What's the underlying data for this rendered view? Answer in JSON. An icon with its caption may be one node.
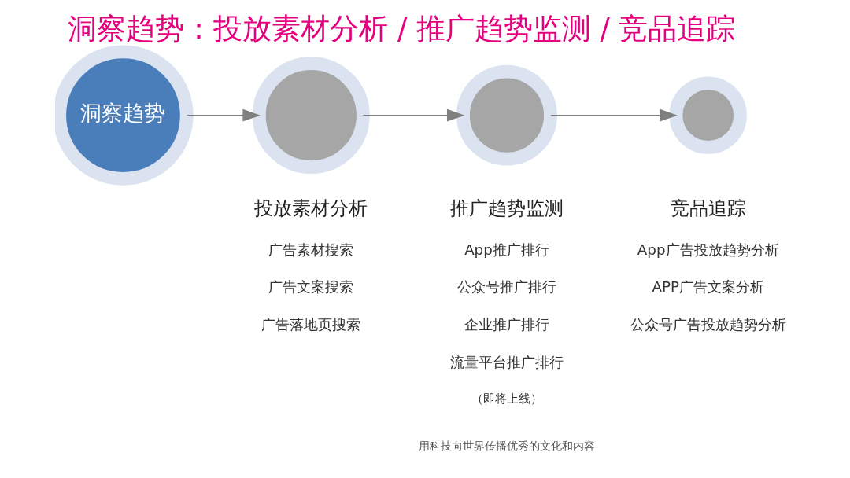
{
  "diagram": {
    "title": "洞察趋势：投放素材分析 / 推广趋势监测 / 竞品追踪",
    "nodes": [
      {
        "text": [
          "洞察趋势"
        ]
      },
      {
        "text": [],
        "shape": "circle"
      },
      {
        "text": [],
        "shape": "circle"
      },
      {
        "text": [],
        "shape": "circle"
      }
    ],
    "edges": [
      {
        "from": 0,
        "to": 1,
        "arrow": "to"
      },
      {
        "from": 1,
        "to": 2,
        "arrow": "to"
      },
      {
        "from": 2,
        "to": 3,
        "arrow": "to"
      }
    ],
    "labels": [
      "投放素材分析",
      "广告素材搜索",
      "广告文案搜索",
      "广告落地页搜索",
      "推广趋势监测",
      "App推广排行",
      "公众号推广排行",
      "企业推广排行",
      "流量平台推广排行",
      "（即将上线）",
      "竞品追踪",
      "App广告投放趋势分析",
      "APP广告文案分析",
      "公众号广告投放趋势分析",
      "用科技向世界传播优秀的文化和内容"
    ]
  }
}
